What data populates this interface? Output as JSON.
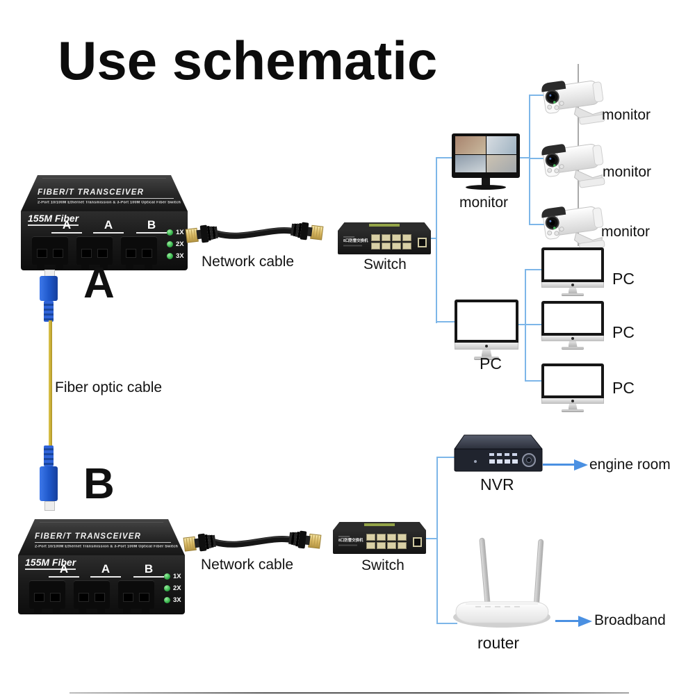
{
  "title": "Use schematic",
  "colors": {
    "line": "#7db6e8",
    "arrow": "#4a90e2",
    "led": "#35b14a",
    "fiber": "#c9ae35",
    "connector": "#1e56c8"
  },
  "transceiver": {
    "brand": "FIBER/T TRANSCEIVER",
    "subtitle": "2-Port 10/100M Ethernet Transmission & 3-Port 100M Optical Fiber Switch",
    "panel_label": "155M Fiber",
    "ports": [
      "A",
      "A",
      "B"
    ],
    "leds": [
      "1X",
      "2X",
      "3X"
    ]
  },
  "sections": {
    "top_letter": "A",
    "bottom_letter": "B"
  },
  "switch_front_text": "8口防雷交换机",
  "labels": {
    "fiber_cable": "Fiber optic cable",
    "network_cable_top": "Network cable",
    "network_cable_bottom": "Network cable",
    "switch_top": "Switch",
    "switch_bottom": "Switch",
    "monitor": "monitor",
    "camera_1": "monitor",
    "camera_2": "monitor",
    "camera_3": "monitor",
    "pc_main": "PC",
    "pc_1": "PC",
    "pc_2": "PC",
    "pc_3": "PC",
    "nvr": "NVR",
    "engine_room": "engine room",
    "router": "router",
    "broadband": "Broadband"
  }
}
